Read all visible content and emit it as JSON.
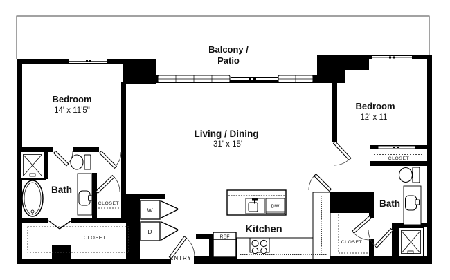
{
  "colors": {
    "wall": "#000000",
    "thin_line": "#444444",
    "text": "#111111"
  },
  "rooms": {
    "balcony": {
      "label_line1": "Balcony /",
      "label_line2": "Patio"
    },
    "bedroom_left": {
      "label": "Bedroom",
      "dims": "14' x 11'5\""
    },
    "bedroom_right": {
      "label": "Bedroom",
      "dims": "12' x 11'"
    },
    "living_dining": {
      "label": "Living / Dining",
      "dims": "31' x 15'"
    },
    "bath_left": {
      "label": "Bath"
    },
    "bath_right": {
      "label": "Bath"
    },
    "kitchen": {
      "label": "Kitchen"
    },
    "entry": {
      "label": "ENTRY"
    },
    "closet_hall": {
      "label": "CLOSET"
    },
    "closet_walkin": {
      "label": "CLOSET"
    },
    "closet_bedroom_right": {
      "label": "CLOSET"
    },
    "closet_kitchen": {
      "label": "CLOSET"
    }
  },
  "appliances": {
    "washer": "W",
    "dryer": "D",
    "refrigerator": "REF",
    "dishwasher": "DW"
  }
}
